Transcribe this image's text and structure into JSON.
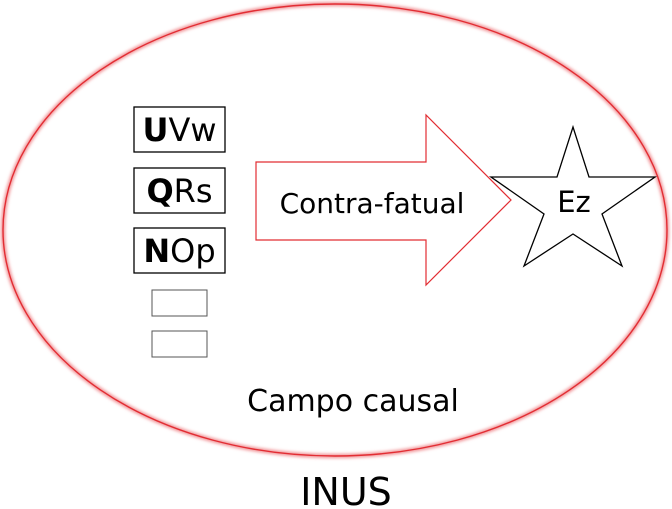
{
  "factors": [
    {
      "initial": "U",
      "rest": "Vw"
    },
    {
      "initial": "Q",
      "rest": "Rs"
    },
    {
      "initial": "N",
      "rest": "Op"
    }
  ],
  "empty_slots": 2,
  "arrow_label": "Contra-fatual",
  "effect_label": "Ez",
  "field_label": "Campo causal",
  "caption": "INUS",
  "colors": {
    "outline": "#e8464c",
    "ink": "#000000"
  }
}
